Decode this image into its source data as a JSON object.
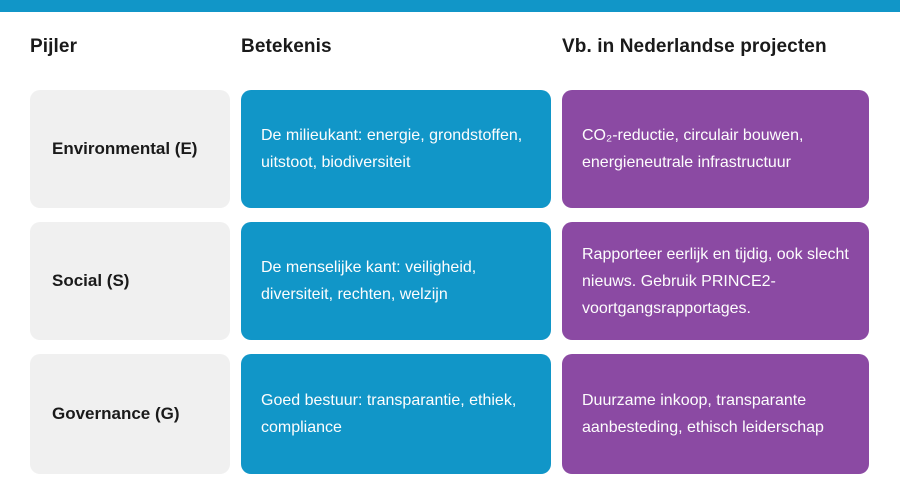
{
  "page": {
    "accent_blue": "#1196c8",
    "accent_purple": "#8b4aa3",
    "pillar_gray": "#f0f0f0",
    "background": "#ffffff"
  },
  "table": {
    "headers": {
      "pijler": "Pijler",
      "betekenis": "Betekenis",
      "voorbeelden": "Vb. in Nederlandse projecten"
    },
    "rows": [
      {
        "pijler": "Environmental (E)",
        "betekenis": "De milieukant: energie, grondstoffen, uitstoot, biodiversiteit",
        "voorbeeld": "CO₂-reductie, circulair bouwen, energieneutrale infrastructuur"
      },
      {
        "pijler": "Social (S)",
        "betekenis": "De menselijke kant: veiligheid, diversiteit, rechten, welzijn",
        "voorbeeld": "Rapporteer eerlijk en tijdig, ook slecht nieuws. Gebruik PRINCE2-voortgangsrapportages."
      },
      {
        "pijler": "Governance (G)",
        "betekenis": "Goed bestuur: transparantie, ethiek, compliance",
        "voorbeeld": "Duurzame inkoop, transparante aanbesteding, ethisch leiderschap"
      }
    ]
  }
}
